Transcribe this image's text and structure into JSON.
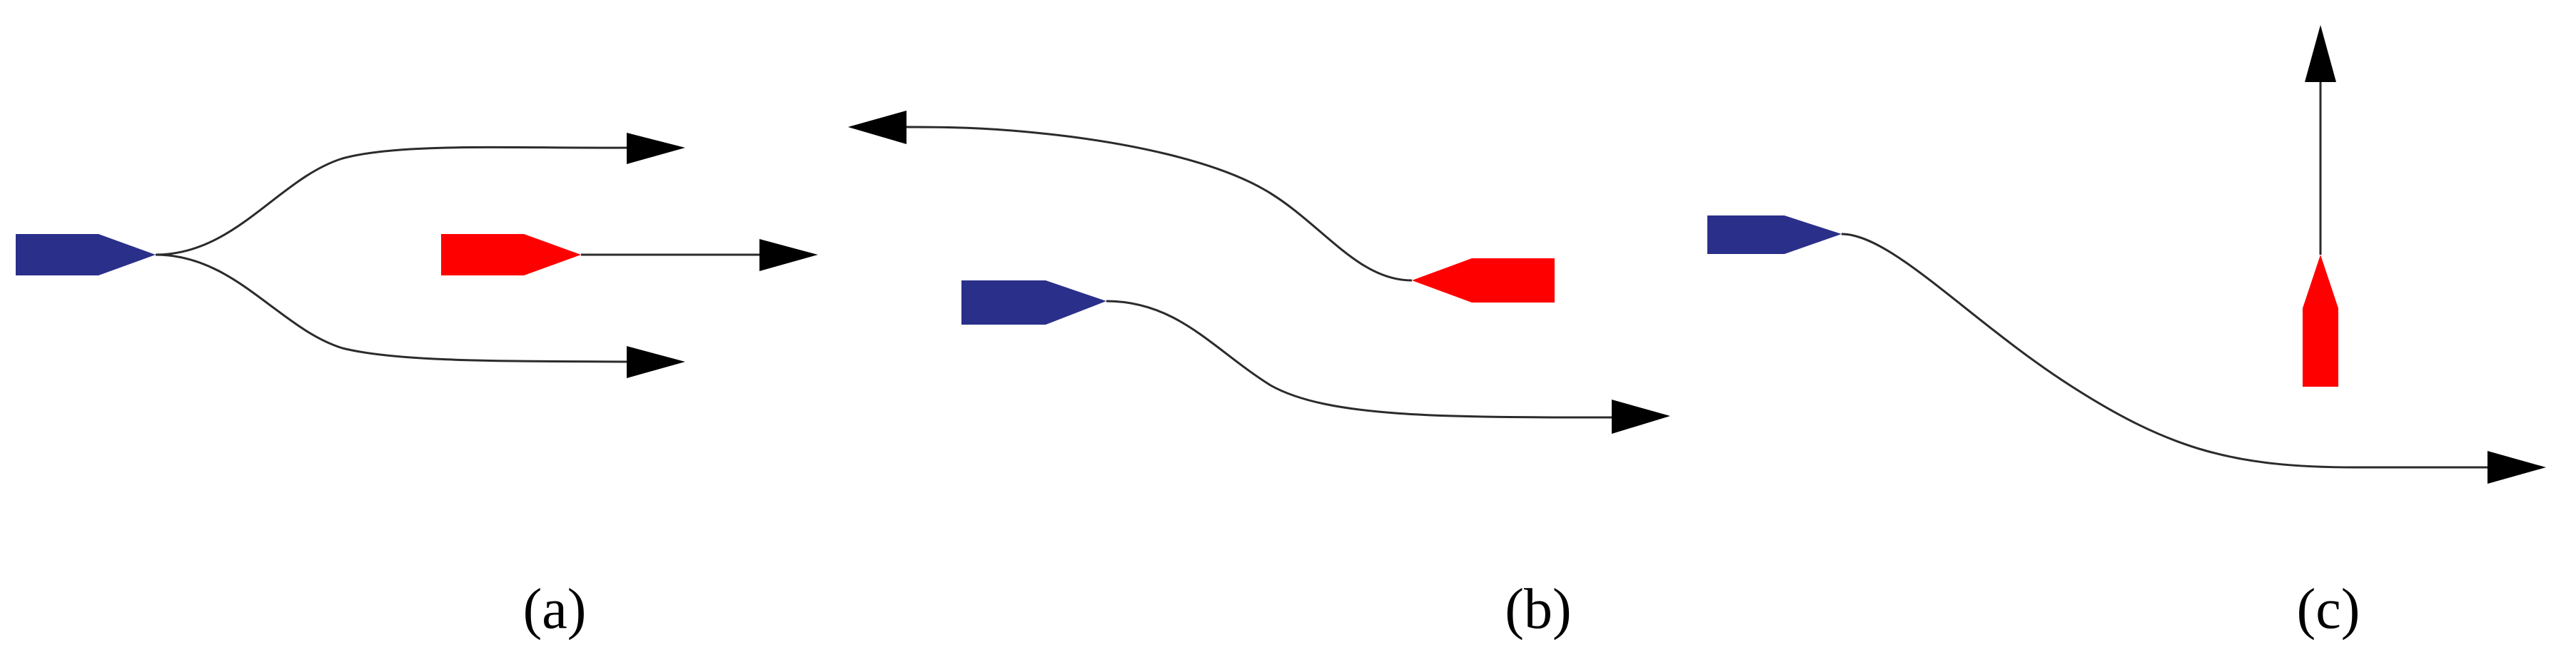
{
  "colors": {
    "ego_vehicle": "#2a2f8a",
    "other_vehicle": "#ff0000",
    "path": "#2b2b2b",
    "arrowhead": "#000000",
    "background": "#ffffff"
  },
  "panels": [
    {
      "label": "(a)",
      "vehicles": [
        "ego-vehicle",
        "other-vehicle"
      ],
      "paths": [
        "upper-branch",
        "lower-branch",
        "straight"
      ]
    },
    {
      "label": "(b)",
      "vehicles": [
        "ego-vehicle",
        "other-vehicle"
      ],
      "paths": [
        "ego-path",
        "other-path"
      ]
    },
    {
      "label": "(c)",
      "vehicles": [
        "ego-vehicle",
        "other-vehicle"
      ],
      "paths": [
        "ego-path",
        "other-path"
      ]
    }
  ]
}
